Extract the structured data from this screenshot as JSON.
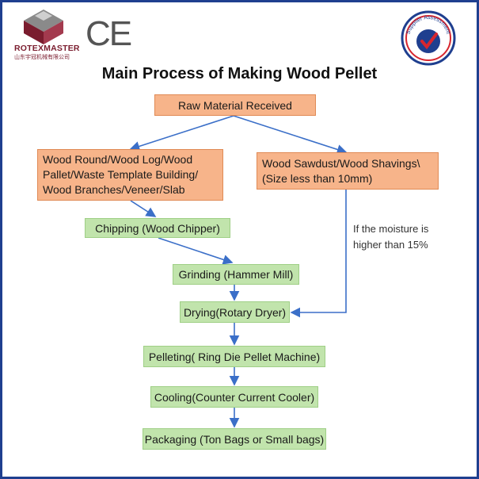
{
  "brand": {
    "name": "ROTEXMASTER",
    "subtitle": "山东宇冠机械有限公司",
    "certification": "CE",
    "seal_text": "Supplier Assessment"
  },
  "title": "Main Process of Making Wood Pellet",
  "colors": {
    "orange_box": "#f7b48a",
    "green_box": "#c1e4ac",
    "arrow": "#3b6fc8",
    "frame": "#1f3f8f"
  },
  "flow": {
    "raw_material": "Raw Material Received",
    "wood_round": "Wood Round/Wood Log/Wood\nPallet/Waste Template Building/\nWood Branches/Veneer/Slab",
    "sawdust": "Wood Sawdust/Wood Shavings\\\n(Size less than 10mm)",
    "chipping": "Chipping (Wood Chipper)",
    "grinding": "Grinding (Hammer Mill)",
    "drying": "Drying(Rotary Dryer)",
    "pelleting": "Pelleting( Ring Die Pellet Machine)",
    "cooling": "Cooling(Counter Current Cooler)",
    "packaging": "Packaging (Ton Bags or Small bags)",
    "moisture_note": "If the moisture is\nhigher than 15%"
  }
}
